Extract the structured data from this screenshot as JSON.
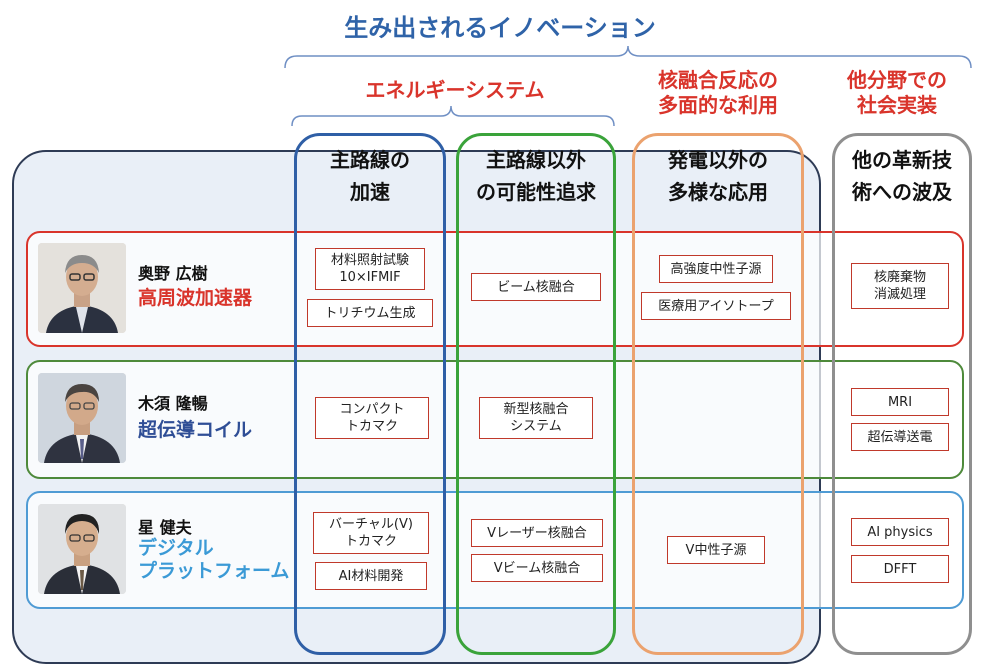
{
  "title": "生み出されるイノベーション",
  "categories": {
    "energy": "エネルギーシステム",
    "fusion": "核融合反応の\n多面的な利用",
    "society": "他分野での\n社会実装"
  },
  "columns": [
    {
      "label": "主路線の\n加速",
      "color": "#2f5fa6"
    },
    {
      "label": "主路線以外\nの可能性追求",
      "color": "#3aa33a"
    },
    {
      "label": "発電以外の\n多様な応用",
      "color": "#eba26e"
    },
    {
      "label": "他の革新技\n術への波及",
      "color": "#8f8f8f"
    }
  ],
  "rows": [
    {
      "name": "奥野 広樹",
      "topic": "高周波加速器",
      "topic_color": "#d9342b",
      "border": "#d9342b",
      "cells": [
        [
          "材料照射試験\n10×IFMIF",
          "トリチウム生成"
        ],
        [
          "ビーム核融合"
        ],
        [
          "高強度中性子源",
          "医療用アイソトープ"
        ],
        [
          "核廃棄物\n消滅処理"
        ]
      ]
    },
    {
      "name": "木須 隆暢",
      "topic": "超伝導コイル",
      "topic_color": "#2f4e96",
      "border": "#4e8a3b",
      "cells": [
        [
          "コンパクト\nトカマク"
        ],
        [
          "新型核融合\nシステム"
        ],
        [],
        [
          "MRI",
          "超伝導送電"
        ]
      ]
    },
    {
      "name": "星 健夫",
      "topic": "デジタル\nプラットフォーム",
      "topic_color": "#3b9ad6",
      "border": "#4f9bd4",
      "cells": [
        [
          "バーチャル(V)\nトカマク",
          "AI材料開発"
        ],
        [
          "Vレーザー核融合",
          "Vビーム核融合"
        ],
        [
          "V中性子源"
        ],
        [
          "AI physics",
          "DFFT"
        ]
      ]
    }
  ]
}
